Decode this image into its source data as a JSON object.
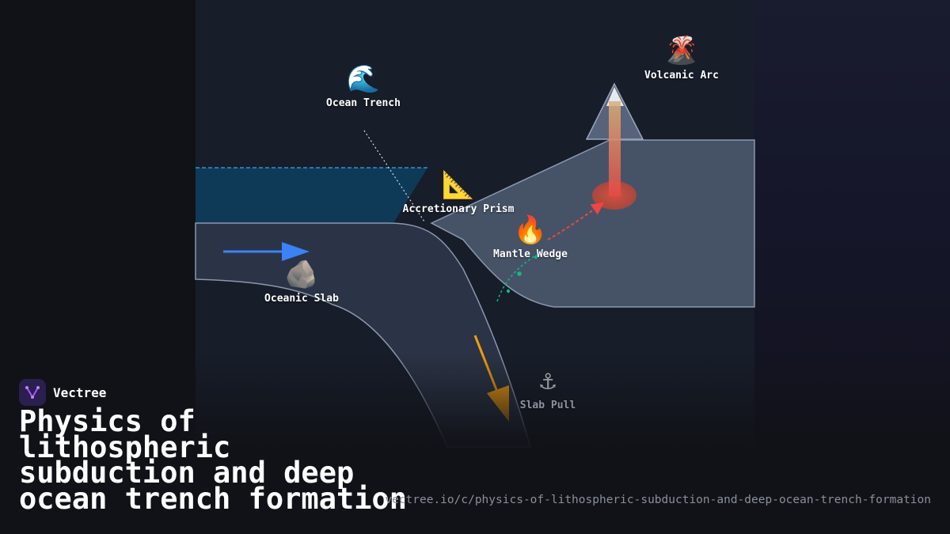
{
  "brand": {
    "name": "Vectree"
  },
  "title": "Physics of lithospheric subduction and deep ocean trench formation",
  "url": "vectree.io/c/physics-of-lithospheric-subduction-and-deep-ocean-trench-formation",
  "labels": {
    "ocean_trench": "Ocean Trench",
    "volcanic_arc": "Volcanic Arc",
    "accretionary_prism": "Accretionary Prism",
    "mantle_wedge": "Mantle Wedge",
    "oceanic_slab": "Oceanic Slab",
    "slab_pull": "Slab Pull"
  },
  "icons": {
    "ocean_trench": "🌊",
    "volcanic_arc": "🌋",
    "accretionary_prism": "📐",
    "mantle_wedge": "🔥",
    "oceanic_slab": "🪨",
    "slab_pull": "⚓"
  },
  "colors": {
    "ocean": "#0e3a58",
    "plate": "#2b3446",
    "continental_plate": "#465367",
    "plate_outline": "#8a97ad",
    "plate_motion_arrow": "#3b82f6",
    "slab_pull_arrow": "#f59e0b",
    "magma_path": "#ef4444",
    "fluid_path": "#10b981",
    "brand_accent": "#a855f7"
  }
}
